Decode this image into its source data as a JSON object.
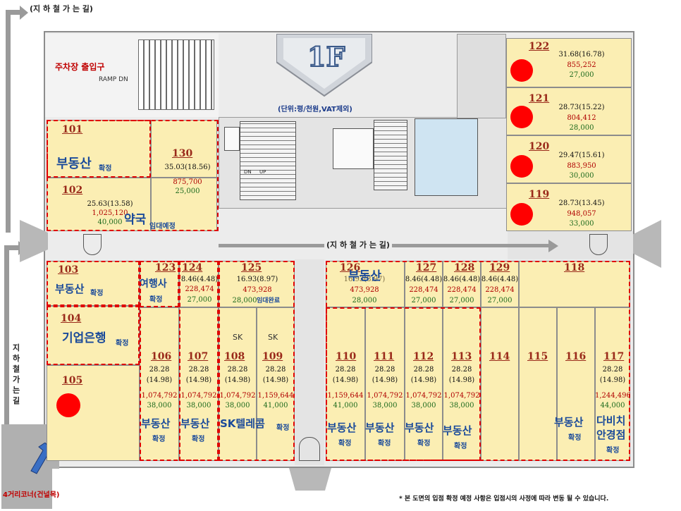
{
  "floor_label": "1F",
  "unit_note": "(단위:평/천원,VAT제외)",
  "parking_label": "주차장 출입구",
  "ramp_label": "RAMP DN",
  "walkway_top": "(지 하 철 가 는 길)",
  "walkway_mid": "(지 하 철 가 는 길)",
  "walkway_left": [
    "지",
    "하",
    "철",
    "가",
    "는",
    "길"
  ],
  "corner_label": "4거리코너(건널목)",
  "footnote": "* 본 도면의 입점 확정 예정 사항은 입점시의 사정에 따라 변동 될 수 있습니다.",
  "stair_labels": {
    "dn": "DN",
    "up": "UP"
  },
  "sk_label": "SK",
  "units": {
    "101": {
      "no": "101",
      "tenant": "부동산",
      "status": "확정"
    },
    "102": {
      "no": "102",
      "area": "25.63(13.58)",
      "price": "1,025,120",
      "mgmt": "40,000",
      "tenant": "약국",
      "status": "임대예정"
    },
    "103": {
      "no": "103",
      "tenant": "부동산",
      "status": "확정"
    },
    "104": {
      "no": "104",
      "tenant": "기업은행",
      "status": "확정"
    },
    "105": {
      "no": "105"
    },
    "106": {
      "no": "106",
      "area": "28.28",
      "area2": "(14.98)",
      "price": "1,074,792",
      "mgmt": "38,000",
      "tenant": "부동산",
      "status": "확정"
    },
    "107": {
      "no": "107",
      "area": "28.28",
      "area2": "(14.98)",
      "price": "1,074,792",
      "mgmt": "38,000",
      "tenant": "부동산",
      "status": "확정"
    },
    "108": {
      "no": "108",
      "area": "28.28",
      "area2": "(14.98)",
      "price": "1,074,792",
      "mgmt": "38,000"
    },
    "109": {
      "no": "109",
      "area": "28.28",
      "area2": "(14.98)",
      "price": "1,159,644",
      "mgmt": "41,000"
    },
    "108_109": {
      "tenant": "SK텔레콤",
      "status": "확정"
    },
    "110": {
      "no": "110",
      "area": "28.28",
      "area2": "(14.98)",
      "price": "1,159,644",
      "mgmt": "41,000",
      "tenant": "부동산",
      "status": "확정"
    },
    "111": {
      "no": "111",
      "area": "28.28",
      "area2": "(14.98)",
      "price": "1,074,792",
      "mgmt": "38,000",
      "tenant": "부동산",
      "status": "확정"
    },
    "112": {
      "no": "112",
      "area": "28.28",
      "area2": "(14.98)",
      "price": "1,074,792",
      "mgmt": "38,000",
      "tenant": "부동산",
      "status": "확정"
    },
    "113": {
      "no": "113",
      "area": "28.28",
      "area2": "(14.98)",
      "price": "1,074,792",
      "mgmt": "38,000",
      "tenant": "부동산",
      "status": "확정"
    },
    "114": {
      "no": "114"
    },
    "115": {
      "no": "115"
    },
    "116": {
      "no": "116",
      "tenant": "부동산",
      "status": "확정"
    },
    "117": {
      "no": "117",
      "area": "28.28",
      "area2": "(14.98)",
      "price": "1,244,496",
      "mgmt": "44,000",
      "tenant1": "다비치",
      "tenant2": "안경점",
      "status": "확정"
    },
    "118": {
      "no": "118"
    },
    "119": {
      "no": "119",
      "area": "28.73(13.45)",
      "price": "948,057",
      "mgmt": "33,000"
    },
    "120": {
      "no": "120",
      "area": "29.47(15.61)",
      "price": "883,950",
      "mgmt": "30,000"
    },
    "121": {
      "no": "121",
      "area": "28.73(15.22)",
      "price": "804,412",
      "mgmt": "28,000"
    },
    "122": {
      "no": "122",
      "area": "31.68(16.78)",
      "price": "855,252",
      "mgmt": "27,000"
    },
    "123": {
      "no": "123",
      "tenant": "여행사",
      "status": "확정"
    },
    "124": {
      "no": "124",
      "area": "8.46(4.48)",
      "price": "228,474",
      "mgmt": "27,000"
    },
    "125": {
      "no": "125",
      "area": "16.93(8.97)",
      "price": "473,928",
      "mgmt": "28,000",
      "status": "임대완료"
    },
    "126": {
      "no": "126",
      "area": "16.93(8.97)",
      "price": "473,928",
      "mgmt": "28,000",
      "tenant": "부동산"
    },
    "127": {
      "no": "127",
      "area": "8.46(4.48)",
      "price": "228,474",
      "mgmt": "27,000"
    },
    "128": {
      "no": "128",
      "area": "8.46(4.48)",
      "price": "228,474",
      "mgmt": "27,000"
    },
    "129": {
      "no": "129",
      "area": "8.46(4.48)",
      "price": "228,474",
      "mgmt": "27,000"
    },
    "130": {
      "no": "130",
      "area": "35.03(18.56)",
      "price": "875,700",
      "mgmt": "25,000"
    }
  },
  "colors": {
    "highlight": "#e00000",
    "shop_fill": "#fbeeb3",
    "tenant_text": "#1a4a9a",
    "price_text": "#b00000",
    "mgmt_text": "#1d6a1d"
  }
}
